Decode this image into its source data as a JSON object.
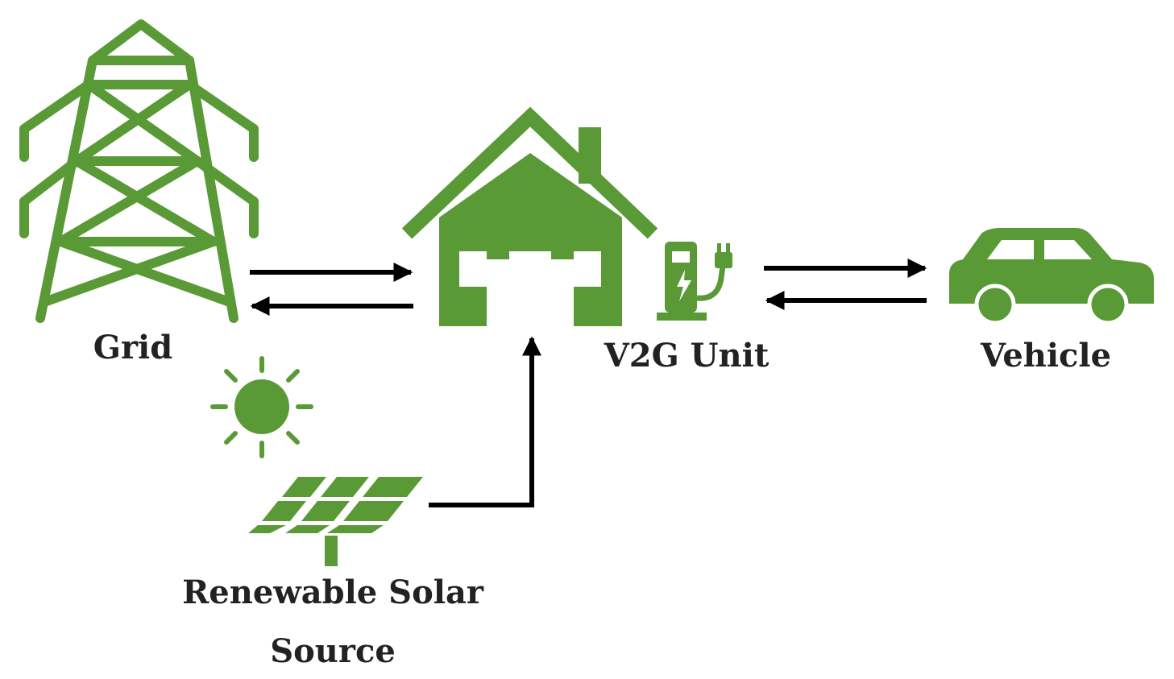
{
  "colors": {
    "icon_green": "#5a9a36",
    "arrow": "#000000",
    "text": "#222222",
    "background": "#ffffff"
  },
  "nodes": {
    "grid": {
      "label": "Grid",
      "icon": "transmission-tower-icon"
    },
    "home": {
      "icon": "house-icon"
    },
    "v2g": {
      "label": "V2G Unit",
      "icon": "ev-charging-station-icon"
    },
    "vehicle": {
      "label": "Vehicle",
      "icon": "car-icon"
    },
    "solar": {
      "label_line1": "Renewable Solar",
      "label_line2": "Source",
      "icon": "solar-panel-icon",
      "sun_icon": "sun-icon"
    }
  },
  "edges": [
    {
      "from": "grid",
      "to": "home",
      "direction": "right"
    },
    {
      "from": "home",
      "to": "grid",
      "direction": "left"
    },
    {
      "from": "v2g",
      "to": "vehicle",
      "direction": "right"
    },
    {
      "from": "vehicle",
      "to": "v2g",
      "direction": "left"
    },
    {
      "from": "solar",
      "to": "home",
      "direction": "up"
    }
  ]
}
